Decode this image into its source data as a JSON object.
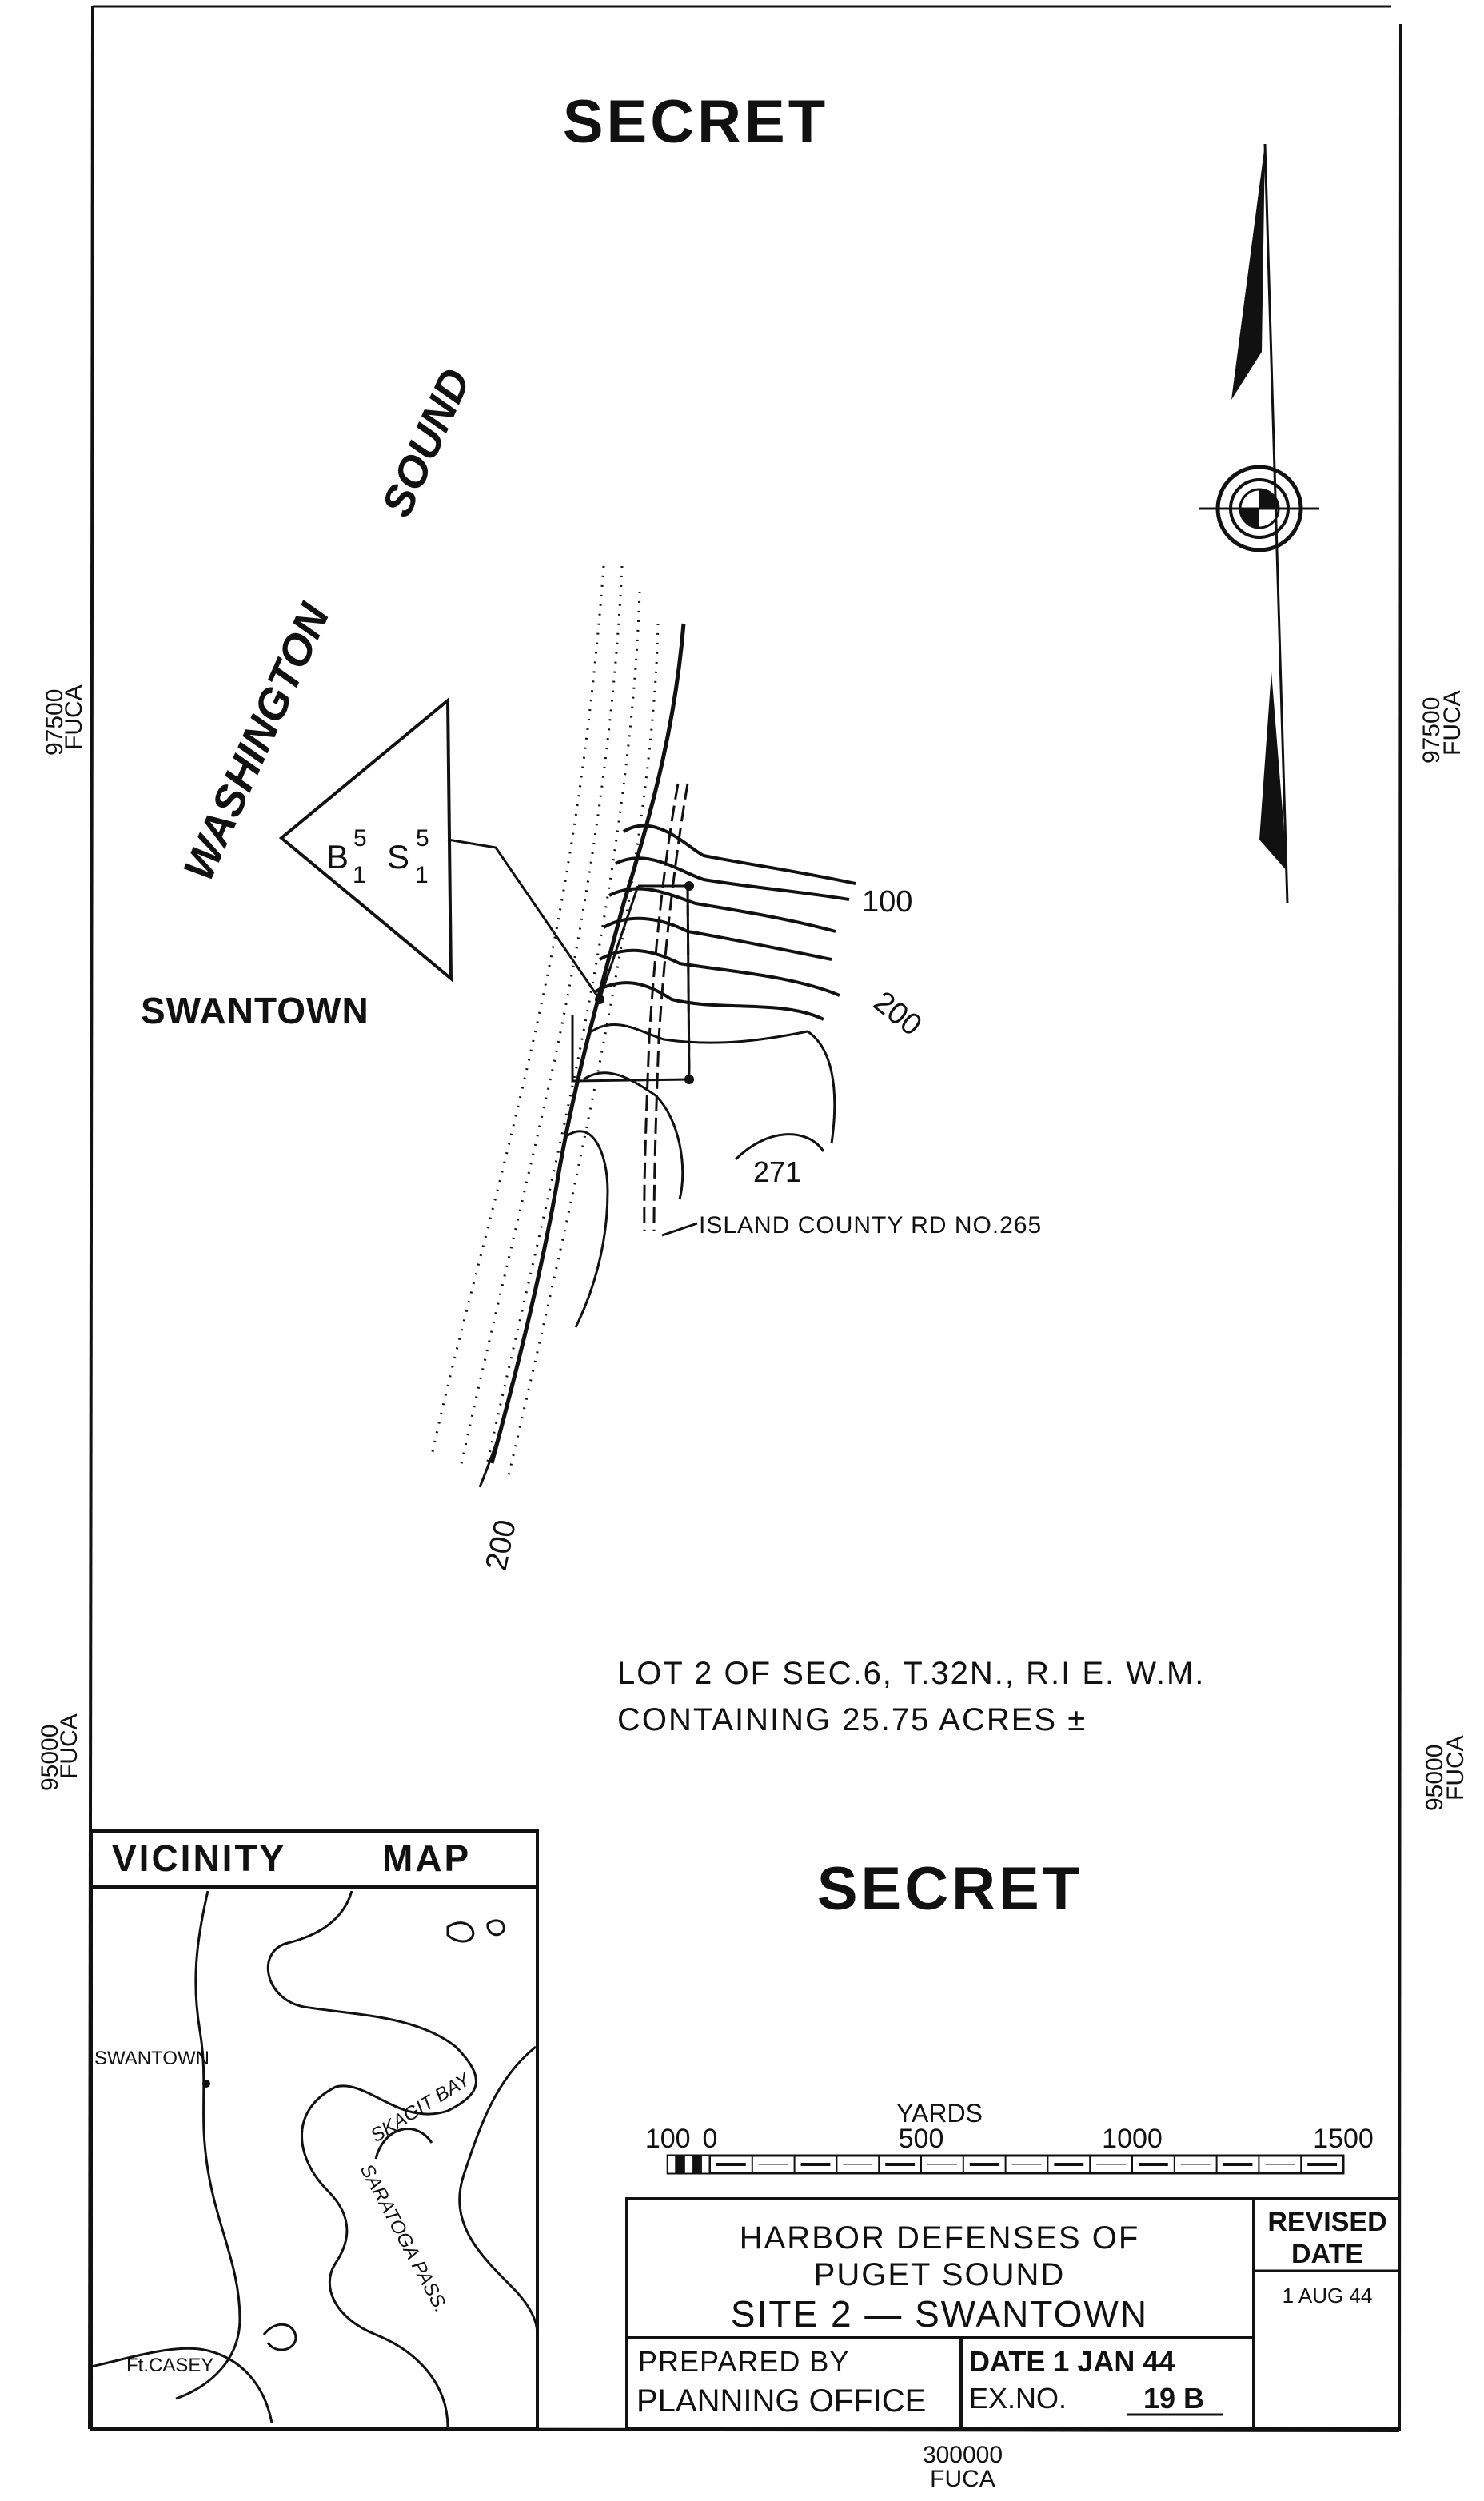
{
  "header": {
    "classification_top": "SECRET",
    "classification_mid": "SECRET"
  },
  "water": {
    "label_1": "WASHINGTON",
    "label_2": "SOUND"
  },
  "place": {
    "swantown": "SWANTOWN"
  },
  "station": {
    "b": "B",
    "b_sup": "5",
    "b_sub": "1",
    "s": "S",
    "s_sup": "5",
    "s_sub": "1"
  },
  "contours": {
    "c100": "100",
    "c200a": "200",
    "c200b": "200",
    "c271": "271"
  },
  "road": {
    "label": "ISLAND COUNTY RD NO.265"
  },
  "lot": {
    "line1": "LOT 2 OF SEC.6, T.32N., R.I E. W.M.",
    "line2": "CONTAINING 25.75 ACRES ±"
  },
  "grid": {
    "left_upper_num": "97500",
    "left_upper_unit": "FUCA",
    "right_upper_num": "97500",
    "right_upper_unit": "FUCA",
    "left_lower_num": "95000",
    "left_lower_unit": "FUCA",
    "right_lower_num": "95000",
    "right_lower_unit": "FUCA",
    "bottom_num": "300000",
    "bottom_unit": "FUCA"
  },
  "vicinity": {
    "title_1": "VICINITY",
    "title_2": "MAP",
    "swantown": "SWANTOWN",
    "skagit": "SKAGIT BAY",
    "saratoga": "SARATOGA PASS.",
    "ftcasey": "Ft.CASEY"
  },
  "scale": {
    "unit": "YARDS",
    "ticks": [
      {
        "label": "100",
        "value": -100
      },
      {
        "label": "0",
        "value": 0
      },
      {
        "label": "500",
        "value": 500
      },
      {
        "label": "1000",
        "value": 1000
      },
      {
        "label": "1500",
        "value": 1500
      }
    ]
  },
  "titleblock": {
    "line1": "HARBOR DEFENSES OF",
    "line2": "PUGET SOUND",
    "line3": "SITE 2 — SWANTOWN",
    "revised_1": "REVISED",
    "revised_2": "DATE",
    "revised_date": "1 AUG 44",
    "prepared_1": "PREPARED BY",
    "prepared_2": "PLANNING OFFICE",
    "date": "DATE 1 JAN 44",
    "ex_label": "EX.NO.",
    "ex_value": "19 B"
  },
  "colors": {
    "ink": "#111111",
    "paper": "#ffffff"
  }
}
